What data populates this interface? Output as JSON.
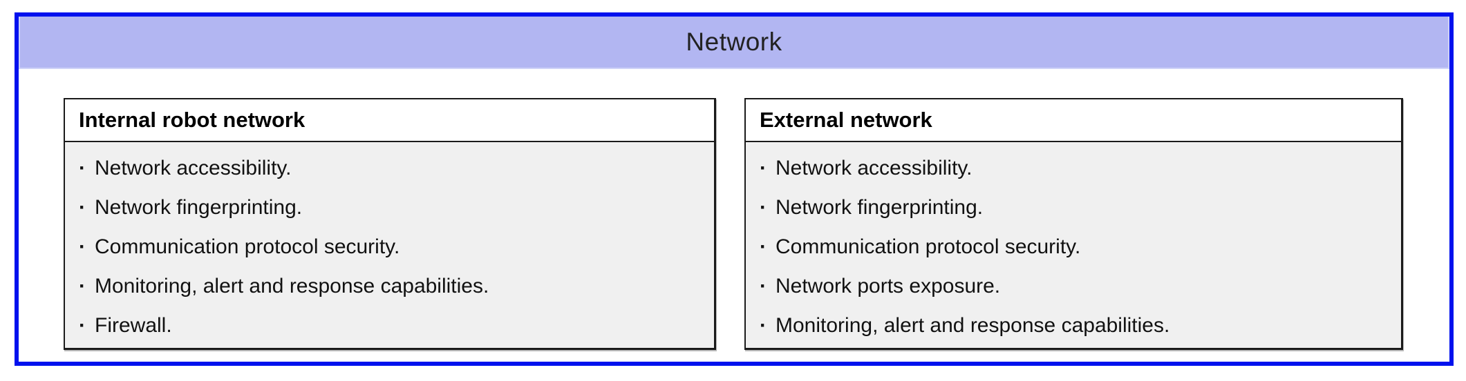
{
  "group": {
    "title": "Network"
  },
  "bullet": "·",
  "cards": [
    {
      "title": "Internal robot network",
      "items": [
        "Network accessibility.",
        "Network fingerprinting.",
        "Communication protocol security.",
        "Monitoring, alert and response capabilities.",
        "Firewall."
      ]
    },
    {
      "title": "External network",
      "items": [
        "Network accessibility.",
        "Network fingerprinting.",
        "Communication protocol security.",
        "Network ports exposure.",
        "Monitoring, alert and response capabilities."
      ]
    }
  ],
  "colors": {
    "frame_border": "#0011ee",
    "band_bg": "#b2b6f2",
    "band_edge": "#ced2f8",
    "band_text": "#222222",
    "card_border": "#1a1a1a",
    "card_header_bg": "#ffffff",
    "card_body_bg": "#f0f0f0",
    "text": "#111111"
  }
}
